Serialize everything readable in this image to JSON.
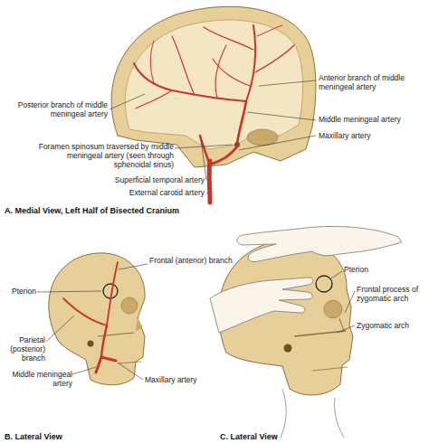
{
  "diagram": {
    "labels": [
      "Anterior branch of middle meningeal artery",
      "Posterior branch of middle meningeal artery",
      "Middle meningeal artery",
      "Maxillary artery",
      "Foramen spinosum traversed by middle meningeal artery (seen through sphenoidal sinus)",
      "Superficial temporal artery",
      "External carotid artery",
      "A. Medial View, Left Half of Bisected Cranium",
      "Frontal (anterior) branch",
      "Pterion",
      "Parietal (posterior) branch",
      "Middle meningeal artery",
      "Maxillary artery",
      "B. Lateral View",
      "Pterion",
      "Frontal process of zygomatic arch",
      "Zygomatic arch",
      "C. Lateral View"
    ]
  }
}
